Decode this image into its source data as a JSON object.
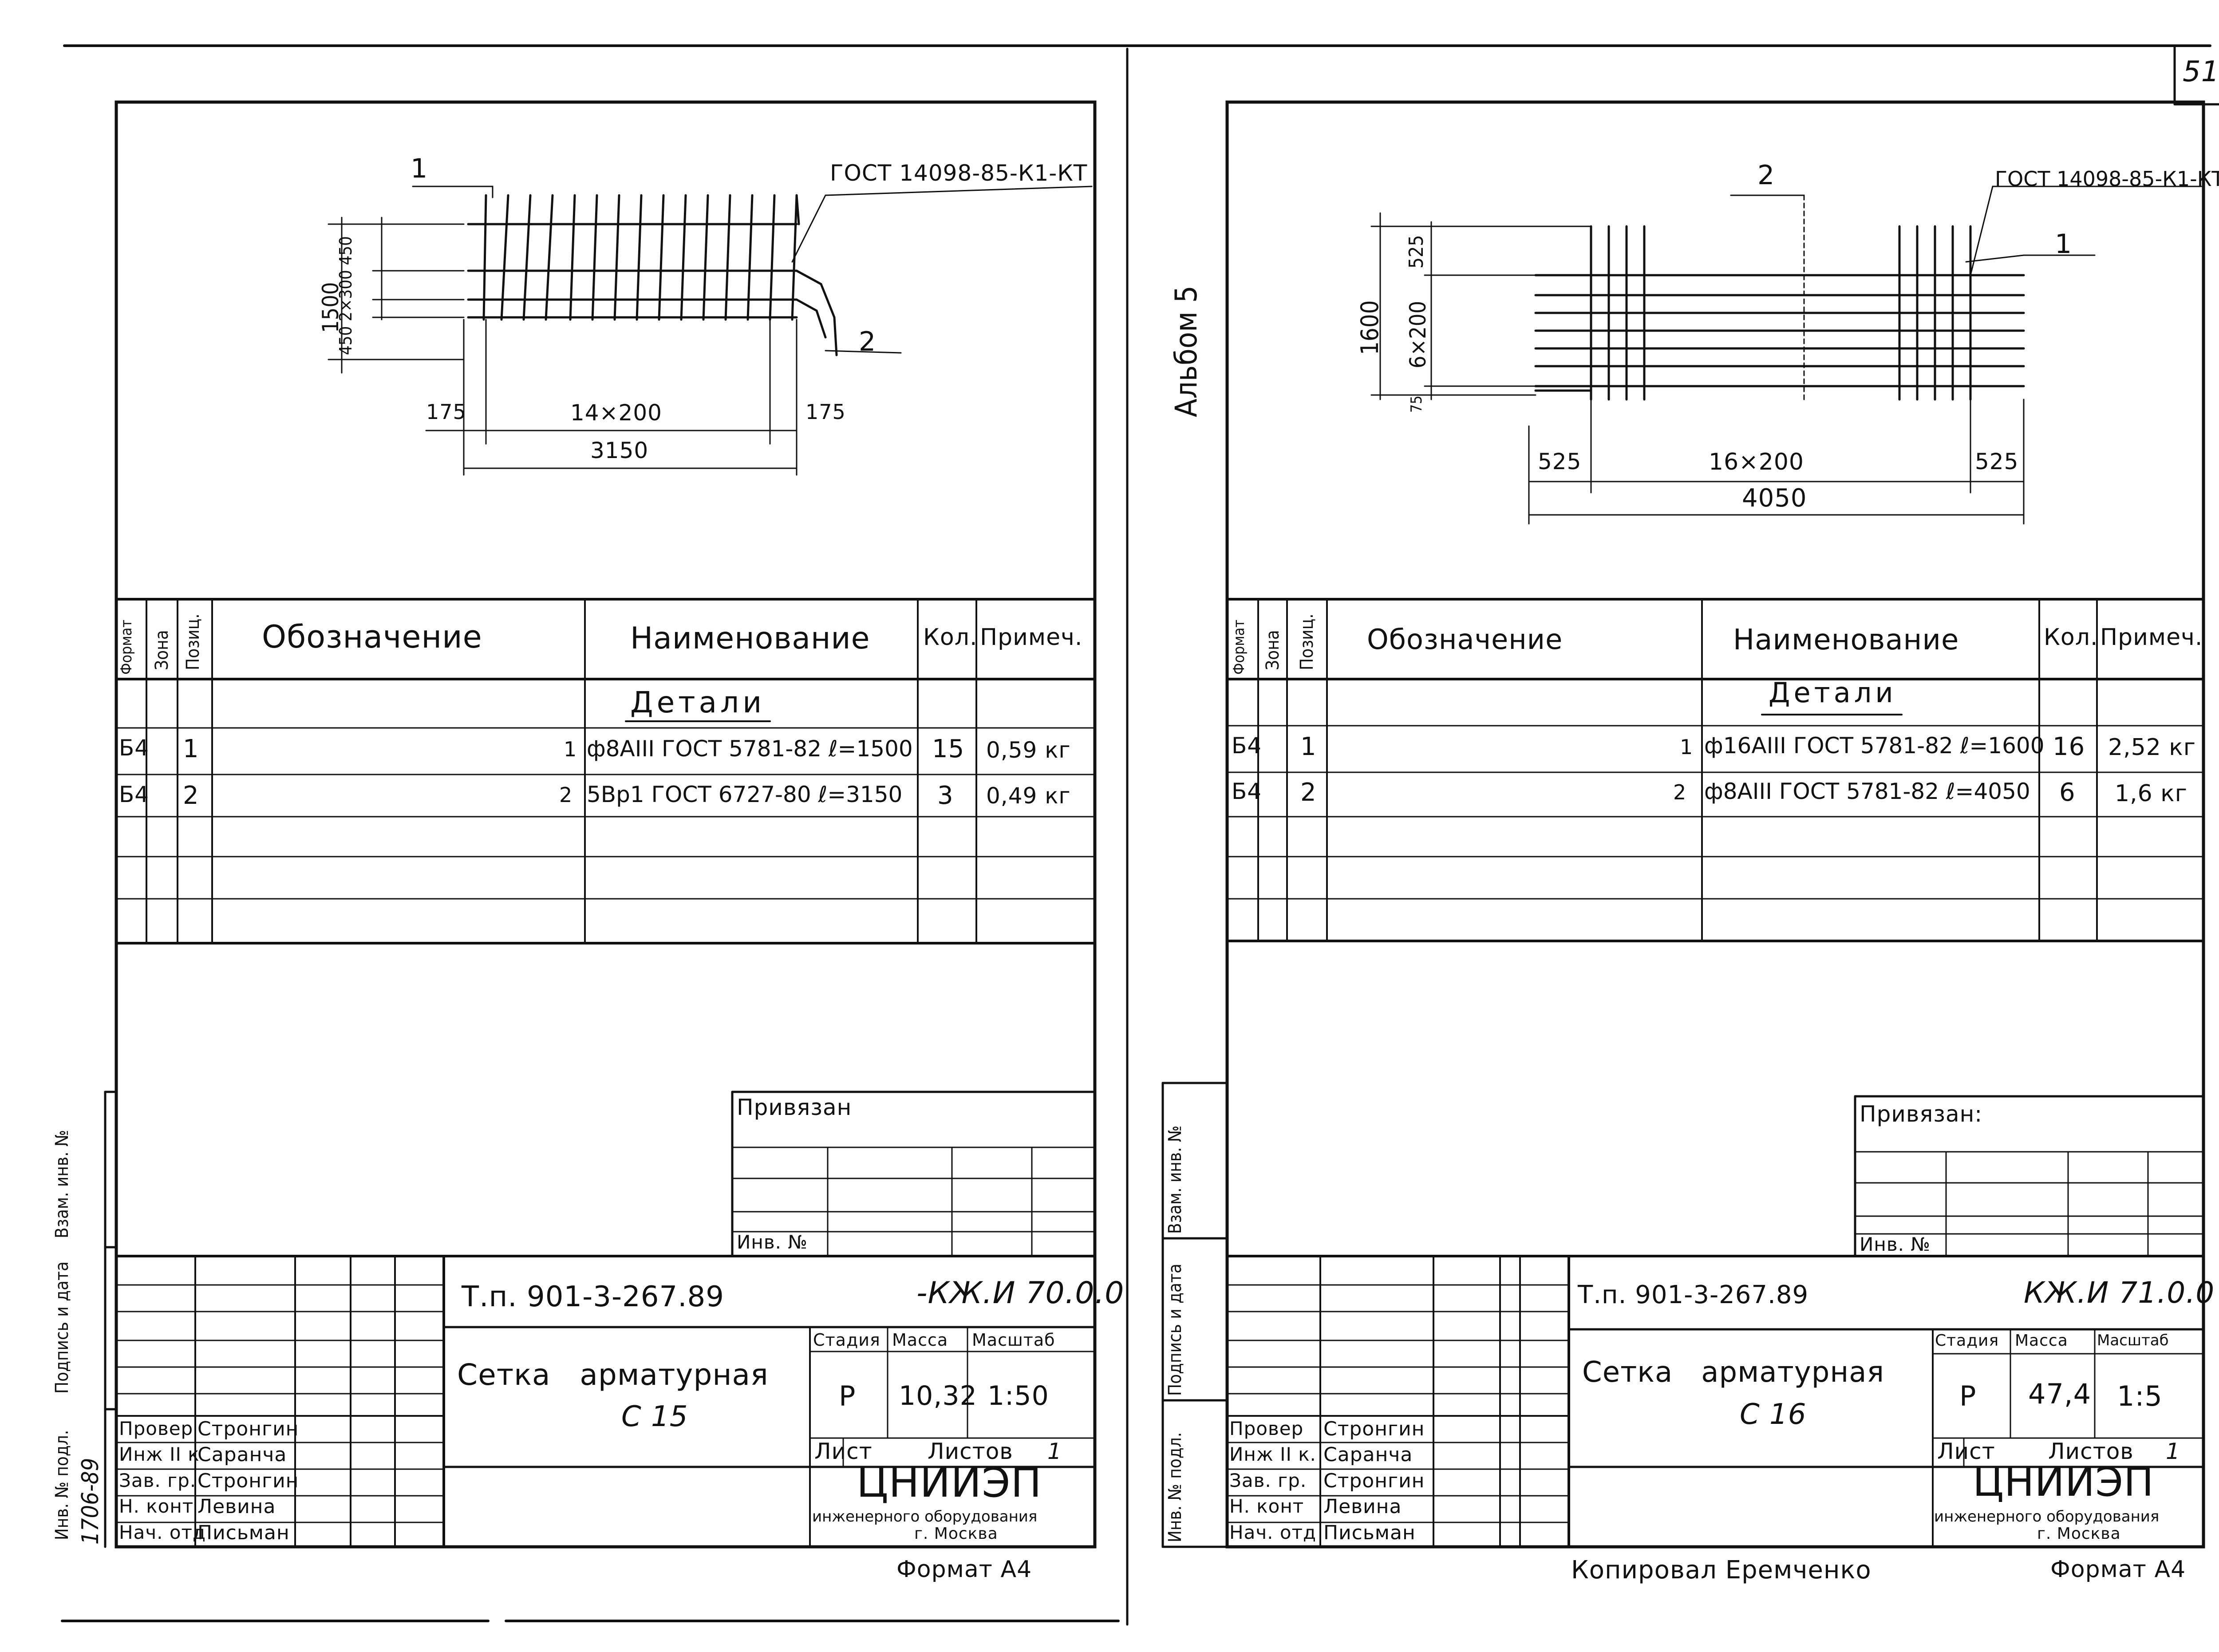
{
  "page_number": "51",
  "left_margin_text": "Альбом 5",
  "sheets": [
    {
      "drawing": {
        "callout_1": "1",
        "callout_2": "2",
        "gost_label": "ГОСТ 14098-85-К1-КТ",
        "dim_height_total": "1500",
        "dim_height_parts": "450 2×300 450",
        "dim_edge_left": "175",
        "dim_spacing": "14×200",
        "dim_edge_right": "175",
        "dim_width_total": "3150"
      },
      "spec_headers": {
        "format": "Формат",
        "zone": "Зона",
        "pos": "Позиц.",
        "designation": "Обозначение",
        "name": "Наименование",
        "qty": "Кол.",
        "note": "Примеч."
      },
      "section_title": "Детали",
      "rows": [
        {
          "format": "Б4",
          "pos": "1",
          "designation": "1",
          "name": "ф8АIII ГОСТ 5781-82 ℓ=1500",
          "qty": "15",
          "note": "0,59 кг"
        },
        {
          "format": "Б4",
          "pos": "2",
          "designation": "2",
          "name": "5Вр1 ГОСТ 6727-80 ℓ=3150",
          "qty": "3",
          "note": "0,49 кг"
        }
      ],
      "stamp": {
        "privyazan": "Привязан",
        "inv_no": "Инв. №",
        "project": "Т.п. 901-3-267.89",
        "code": "-КЖ.И 70.0.0",
        "title_line1": "Сетка   арматурная",
        "title_line2": "С 15",
        "stage_label": "Стадия",
        "mass_label": "Масса",
        "scale_label": "Масштаб",
        "stage": "Р",
        "mass": "10,32",
        "scale": "1:50",
        "sheet_label": "Лист",
        "sheets_label": "Листов",
        "sheets_count": "1",
        "org": "ЦНИИЭП",
        "org_sub": "инженерного оборудования",
        "org_city": "г. Москва",
        "roles": [
          "Провер",
          "Инж II к",
          "Зав. гр.",
          "Н. конт",
          "Нач. отд"
        ],
        "names": [
          "Стронгин",
          "Саранча",
          "Стронгин",
          "Левина",
          "Письман"
        ],
        "format_label": "Формат А4"
      },
      "side_labels": {
        "inv_podl": "Инв. № подл.",
        "podpis": "Подпись и дата",
        "vzam": "Взам. инв. №",
        "inv_value": "1706-89"
      }
    },
    {
      "drawing": {
        "callout_1": "1",
        "callout_2": "2",
        "gost_label": "ГОСТ 14098-85-К1-КТ",
        "dim_height_total": "1600",
        "dim_top": "525",
        "dim_mid": "6×200",
        "dim_bottom": "75",
        "dim_edge_left": "525",
        "dim_spacing": "16×200",
        "dim_edge_right": "525",
        "dim_width_total": "4050"
      },
      "spec_headers": {
        "format": "Формат",
        "zone": "Зона",
        "pos": "Позиц.",
        "designation": "Обозначение",
        "name": "Наименование",
        "qty": "Кол.",
        "note": "Примеч."
      },
      "section_title": "Детали",
      "rows": [
        {
          "format": "Б4",
          "pos": "1",
          "designation": "1",
          "name": "ф16АIII ГОСТ 5781-82 ℓ=1600",
          "qty": "16",
          "note": "2,52 кг"
        },
        {
          "format": "Б4",
          "pos": "2",
          "designation": "2",
          "name": "ф8АIII ГОСТ 5781-82 ℓ=4050",
          "qty": "6",
          "note": "1,6 кг"
        }
      ],
      "stamp": {
        "privyazan": "Привязан:",
        "inv_no": "Инв. №",
        "project": "Т.п. 901-3-267.89",
        "code": "КЖ.И 71.0.0",
        "title_line1": "Сетка   арматурная",
        "title_line2": "С 16",
        "stage_label": "Стадия",
        "mass_label": "Масса",
        "scale_label": "Масштаб",
        "stage": "Р",
        "mass": "47,4",
        "scale": "1:5",
        "sheet_label": "Лист",
        "sheets_label": "Листов",
        "sheets_count": "1",
        "org": "ЦНИИЭП",
        "org_sub": "инженерного оборудования",
        "org_city": "г. Москва",
        "roles": [
          "Провер",
          "Инж II к.",
          "Зав. гр.",
          "Н. конт",
          "Нач. отд"
        ],
        "names": [
          "Стронгин",
          "Саранча",
          "Стронгин",
          "Левина",
          "Письман"
        ],
        "format_label": "Формат А4"
      },
      "side_labels": {
        "inv_podl": "Инв. № подл.",
        "podpis": "Подпись и дата",
        "vzam": "Взам. инв. №"
      },
      "copied_by": "Копировал Еремченко"
    }
  ]
}
